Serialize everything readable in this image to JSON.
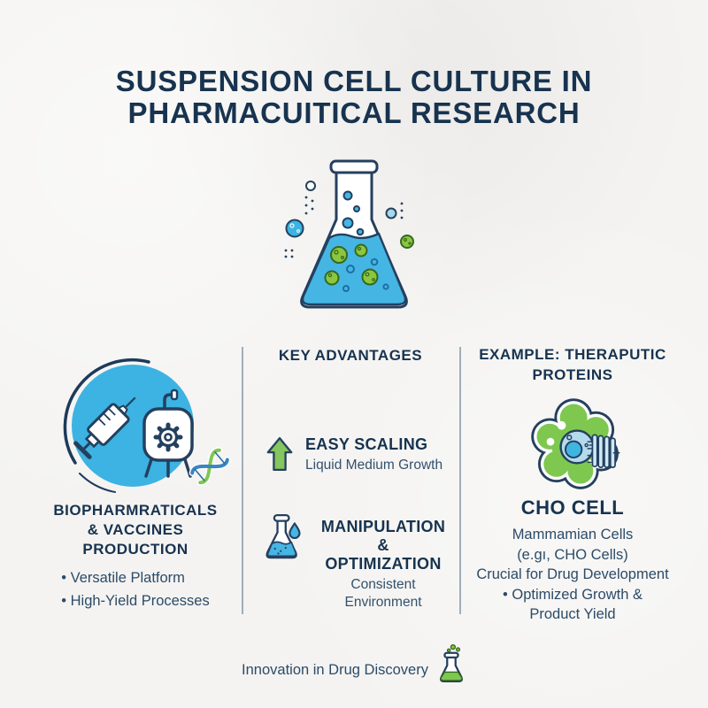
{
  "title": {
    "line1": "SUSPENSION CELL CULTURE IN",
    "line2": "PHARMACUITICAL RESEARCH"
  },
  "columns": {
    "left": {
      "heading": [
        "BIOPHARMRATICALS",
        "& VACCINES",
        "PRODUCTION"
      ],
      "bullets": [
        "• Versatile Platform",
        "• High-Yield Processes"
      ]
    },
    "middle": {
      "heading": "KEY ADVANTAGES",
      "advantages": [
        {
          "title": "EASY SCALING",
          "subtitle": "Liquid Medium Growth"
        },
        {
          "title": [
            "MANIPULATION &",
            "OPTIMIZATION"
          ],
          "subtitle": "Consistent Environment"
        }
      ]
    },
    "right": {
      "heading": [
        "EXAMPLE: THERAPUTIC",
        "PROTEINS"
      ],
      "subheading": "CHO CELL",
      "lines": [
        "Mammamian Cells",
        "(e.gı, CHO Cells)",
        "Crucial for Drug Development",
        "• Optimized Growth &",
        "Product Yield"
      ]
    }
  },
  "footer": {
    "text": "Innovation in Drug Discovery"
  },
  "icons": {
    "hero": "cell-culture-flask-icon",
    "left": "syringe-bioreactor-icon",
    "dna": "dna-helix-icon",
    "easy_scaling": "up-arrow-icon",
    "manipulation": "flask-droplet-icon",
    "cho": "cho-cell-icon",
    "footer": "green-flask-icon"
  },
  "colors": {
    "background": "#f4f3f1",
    "navy": "#24405e",
    "heading_navy": "#17334f",
    "circle_blue": "#3cb3e2",
    "liquid_blue": "#45b5e4",
    "cell_green": "#8cc63e",
    "arrow_green": "#85c65e",
    "divider_gray": "#8194a6"
  }
}
